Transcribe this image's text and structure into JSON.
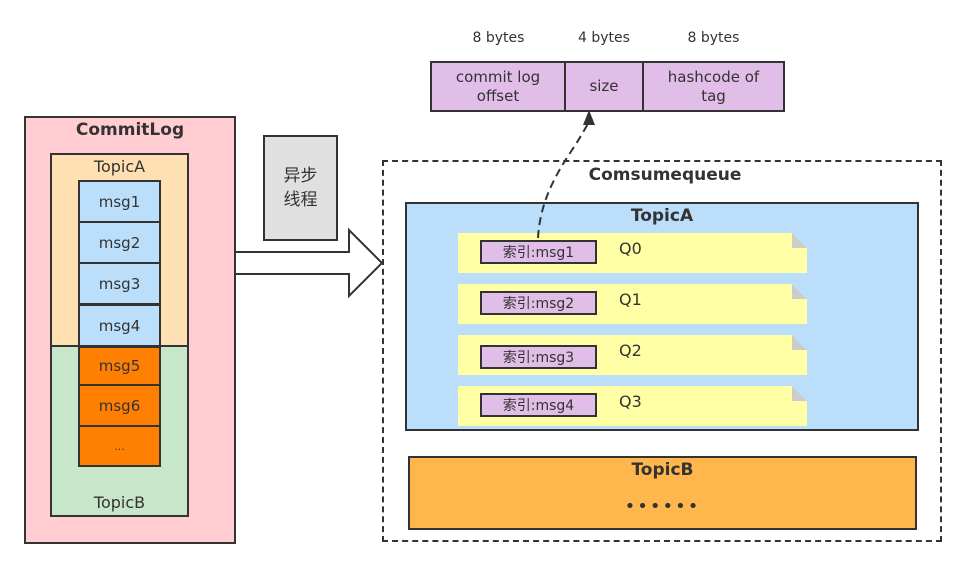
{
  "index_entry_format": {
    "fields": [
      {
        "bytes_label": "8 bytes",
        "name": "commit log offset"
      },
      {
        "bytes_label": "4 bytes",
        "name": "size"
      },
      {
        "bytes_label": "8 bytes",
        "name": "hashcode of tag"
      }
    ]
  },
  "commitlog": {
    "title": "CommitLog",
    "topic_a_label": "TopicA",
    "topic_b_label": "TopicB",
    "messages": [
      "msg1",
      "msg2",
      "msg3",
      "msg4",
      "msg5",
      "msg6",
      "..."
    ]
  },
  "async_thread": {
    "label_line1": "异步",
    "label_line2": "线程"
  },
  "consumequeue": {
    "title": "Comsumequeue",
    "topic_a": {
      "title": "TopicA",
      "queues": [
        {
          "index": "索引:msg1",
          "queue": "Q0"
        },
        {
          "index": "索引:msg2",
          "queue": "Q1"
        },
        {
          "index": "索引:msg3",
          "queue": "Q2"
        },
        {
          "index": "索引:msg4",
          "queue": "Q3"
        }
      ]
    },
    "topic_b": {
      "title": "TopicB",
      "placeholder": "••••••"
    }
  },
  "colors": {
    "commitlog_bg": "#ffcdd2",
    "topic_a_bg": "#ffe0b2",
    "topic_b_bg": "#c8e6c9",
    "msg_blue": "#bbdefb",
    "msg_orange": "#ff7f00",
    "index_purple": "#e1bee7",
    "note_yellow": "#ffffa6",
    "topic_b_queue_bg": "#ffb74d",
    "async_gray": "#e0e0e0",
    "stroke": "#333333"
  }
}
